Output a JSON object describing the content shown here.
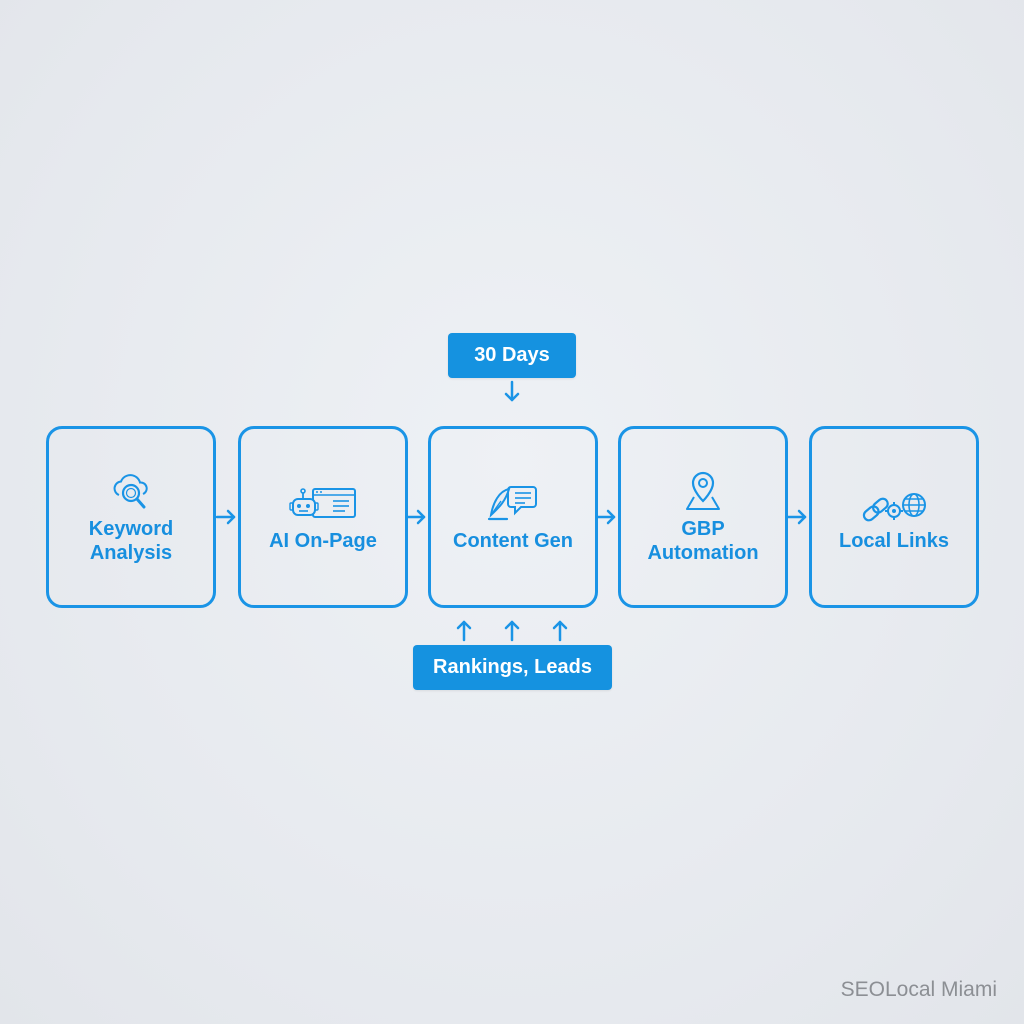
{
  "diagram": {
    "steps": [
      {
        "label": "Keyword\nAnalysis",
        "icon": "search-cloud-icon"
      },
      {
        "label": "AI On-Page",
        "icon": "robot-browser-icon"
      },
      {
        "label": "Content Gen",
        "icon": "quill-chat-icon"
      },
      {
        "label": "GBP\nAutomation",
        "icon": "map-pin-icon"
      },
      {
        "label": "Local Links",
        "icon": "chain-globe-icon"
      }
    ],
    "top_callout": "30 Days",
    "bottom_callout": "Rankings, Leads"
  },
  "branding": {
    "watermark": "SEOLocal Miami"
  },
  "colors": {
    "accent": "#1592e0",
    "box_border": "#1a94e6",
    "label_text": "#178fdf",
    "background": "#e7eaef",
    "watermark": "#8c8f94"
  }
}
